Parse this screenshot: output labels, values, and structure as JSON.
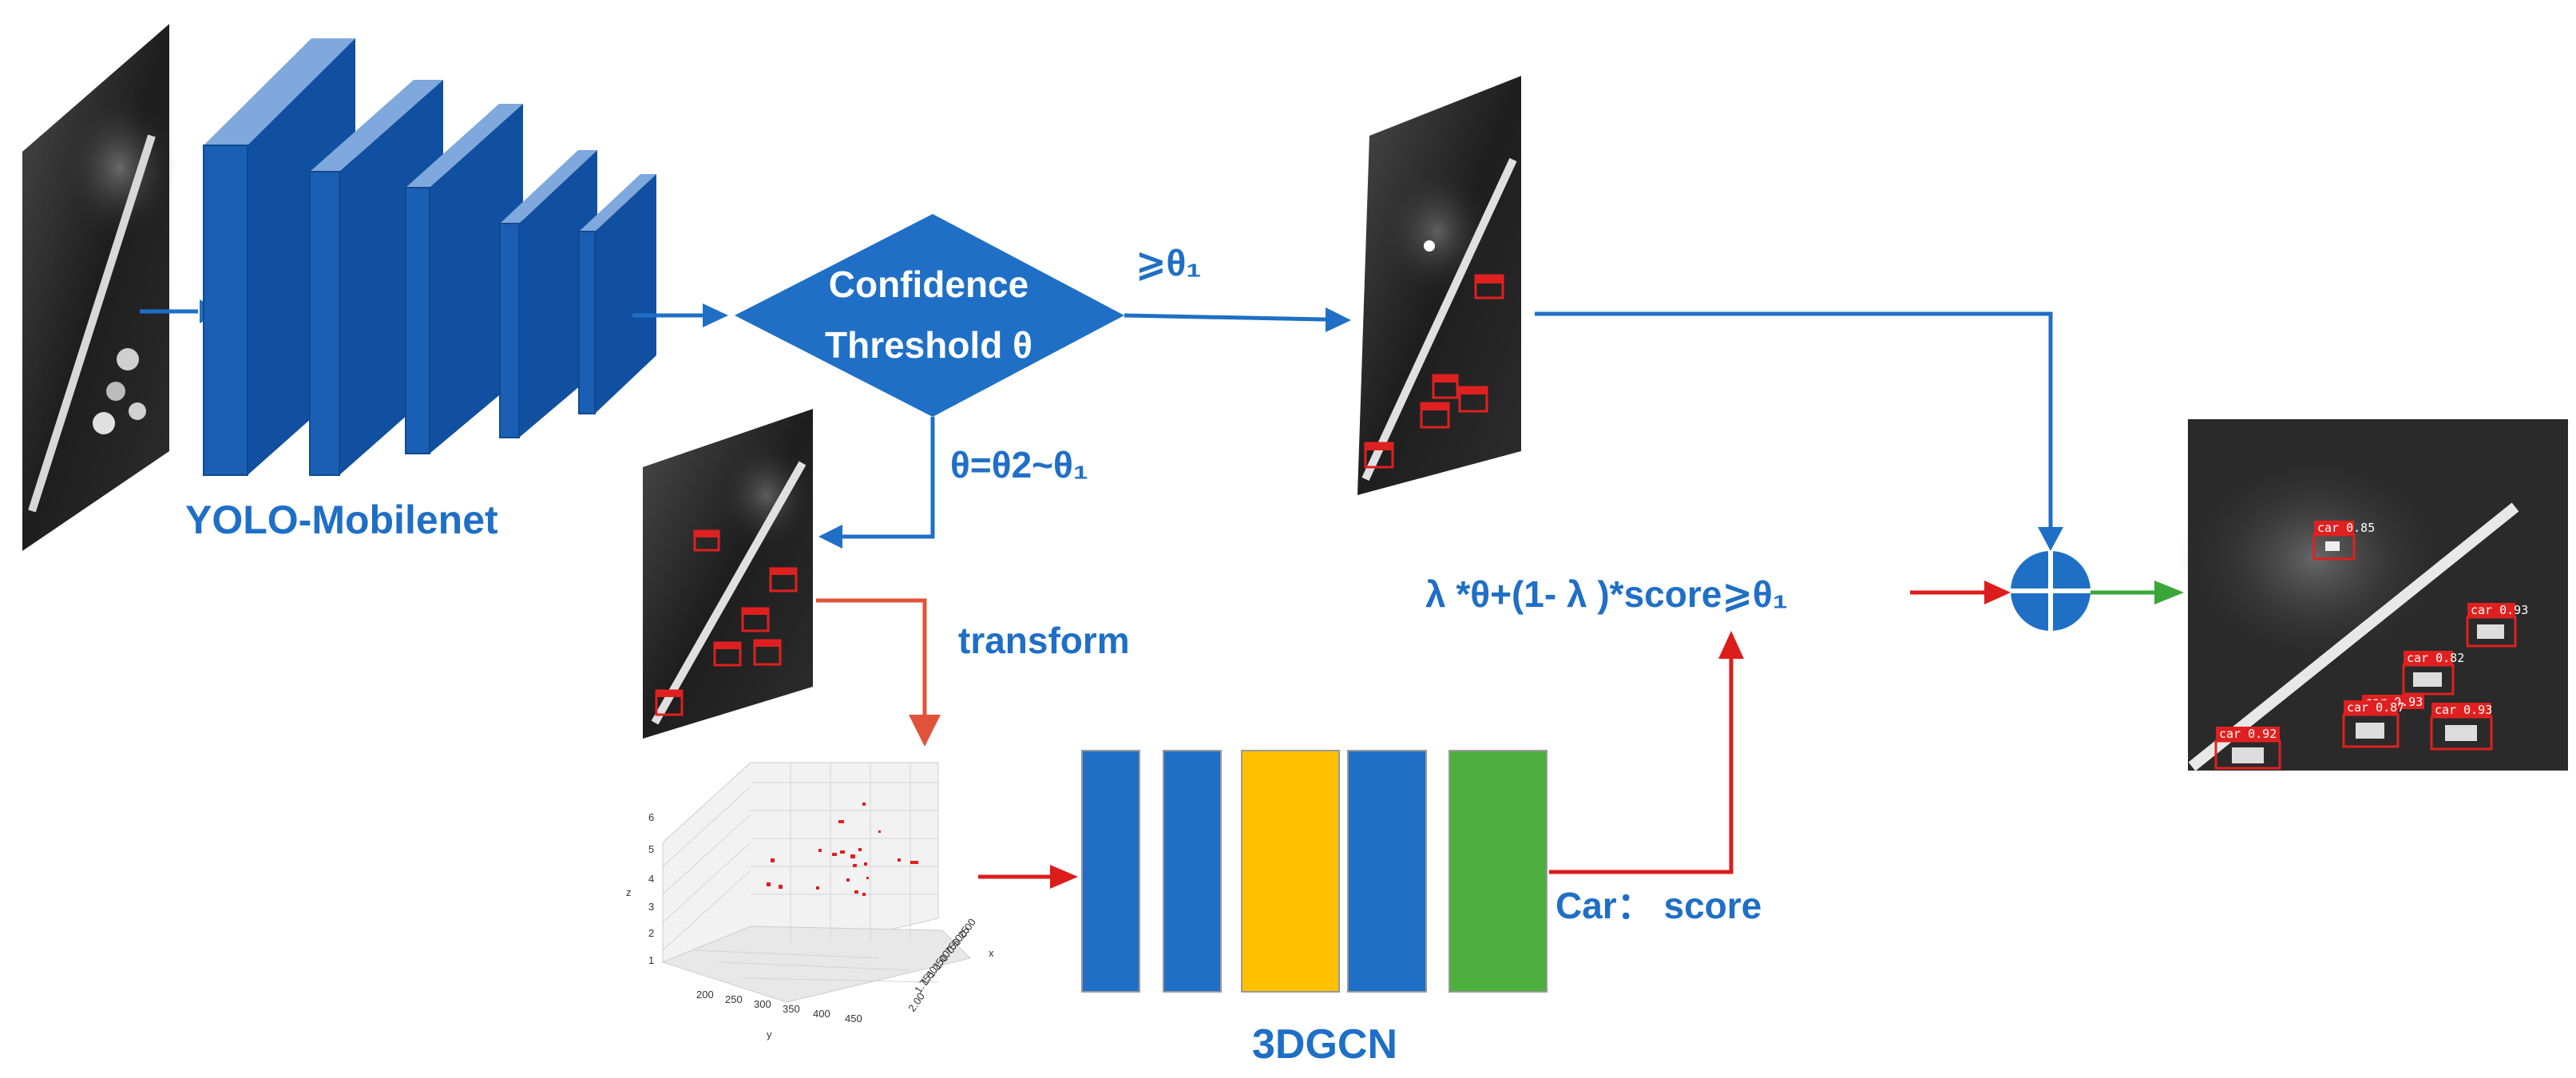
{
  "labels": {
    "backbone": "YOLO-Mobilenet",
    "decision_line1": "Confidence",
    "decision_line2": "Threshold θ",
    "high_branch": "⩾θ₁",
    "mid_branch": "θ=θ2~θ₁",
    "transform": "transform",
    "fusion_formula": "λ *θ+(1- λ )*score⩾θ₁",
    "gcn_output": "Car： score",
    "gcn_name": "3DGCN"
  },
  "scatter_axes": {
    "z_label": "z",
    "y_label": "y",
    "x_label": "x",
    "z_ticks": [
      "1",
      "2",
      "3",
      "4",
      "5",
      "6"
    ],
    "y_ticks": [
      "200",
      "250",
      "300",
      "350",
      "400",
      "450"
    ],
    "x_ticks": [
      "0.00",
      "0.25",
      "0.50",
      "0.75",
      "1.00",
      "1.25",
      "1.50",
      "1.75",
      "2.00"
    ]
  },
  "detections_final": [
    "car 0.85",
    "car 0.93",
    "car 0.82",
    "car 0.93",
    "car 0.87",
    "car 0.93",
    "car 0.92"
  ],
  "detections_small": [
    "car",
    "car",
    "car",
    "car",
    "car"
  ],
  "colors": {
    "blue": "#1f6fc6",
    "block_front": "#1a5fb4",
    "block_top": "#7fa8dc",
    "block_side": "#1150a0",
    "red_arrow": "#dd1c1c",
    "orange_arrow": "#e0533a",
    "green_arrow": "#3aa63a",
    "gcn_yellow": "#ffc000",
    "gcn_green": "#4caf3e"
  }
}
